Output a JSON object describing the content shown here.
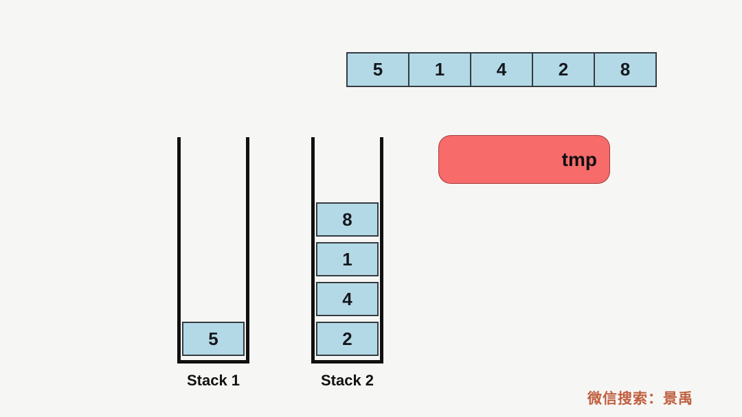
{
  "scene": {
    "background_color": "#f6f6f4",
    "block_fill_color": "#b4d9e6",
    "block_border_color": "#333a40",
    "stack_wall_color": "#101010",
    "tmp_fill_color": "#f76b6b",
    "watermark_color": "#bf5e3e"
  },
  "array": {
    "cells": [
      "5",
      "1",
      "4",
      "2",
      "8"
    ]
  },
  "stack1": {
    "label": "Stack 1",
    "items_bottom_to_top": [
      "5"
    ],
    "items": [
      "5"
    ]
  },
  "stack2": {
    "label": "Stack 2",
    "items_top_to_bottom": [
      "8",
      "1",
      "4",
      "2"
    ],
    "items": [
      "8",
      "1",
      "4",
      "2"
    ]
  },
  "tmp": {
    "label": "tmp"
  },
  "watermark": {
    "text": "微信搜索：景禹"
  }
}
